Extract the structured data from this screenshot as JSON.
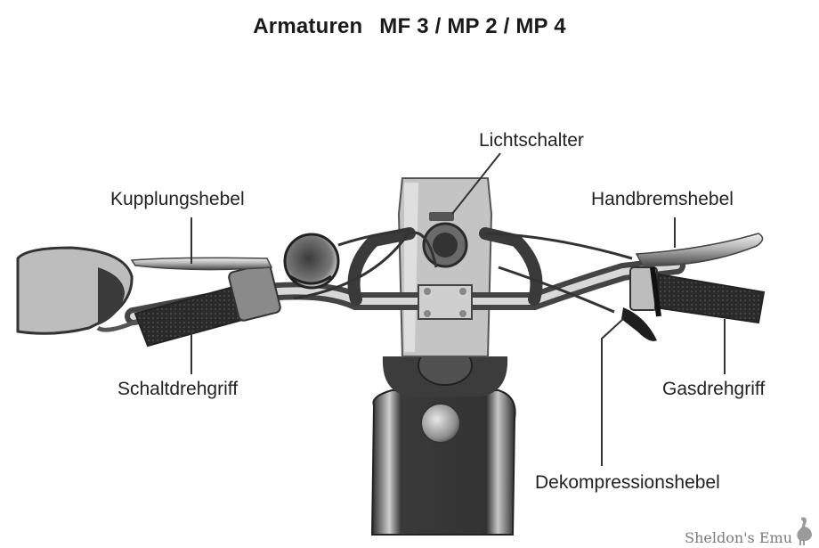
{
  "title": {
    "main": "Armaturen",
    "models": "MF 3 / MP 2 / MP 4"
  },
  "labels": {
    "clutch_lever": "Kupplungshebel",
    "light_switch": "Lichtschalter",
    "hand_brake_lever": "Handbremshebel",
    "gear_twist_grip": "Schaltdrehgriff",
    "throttle_twist_grip": "Gasdrehgriff",
    "decompression_lever": "Dekompressionshebel"
  },
  "watermark": {
    "text": "Sheldon's Emu",
    "icon": "emu-icon"
  },
  "colors": {
    "background": "#ffffff",
    "text": "#1e1e1e",
    "leader_line": "#333333",
    "watermark": "#7a7a7a"
  }
}
